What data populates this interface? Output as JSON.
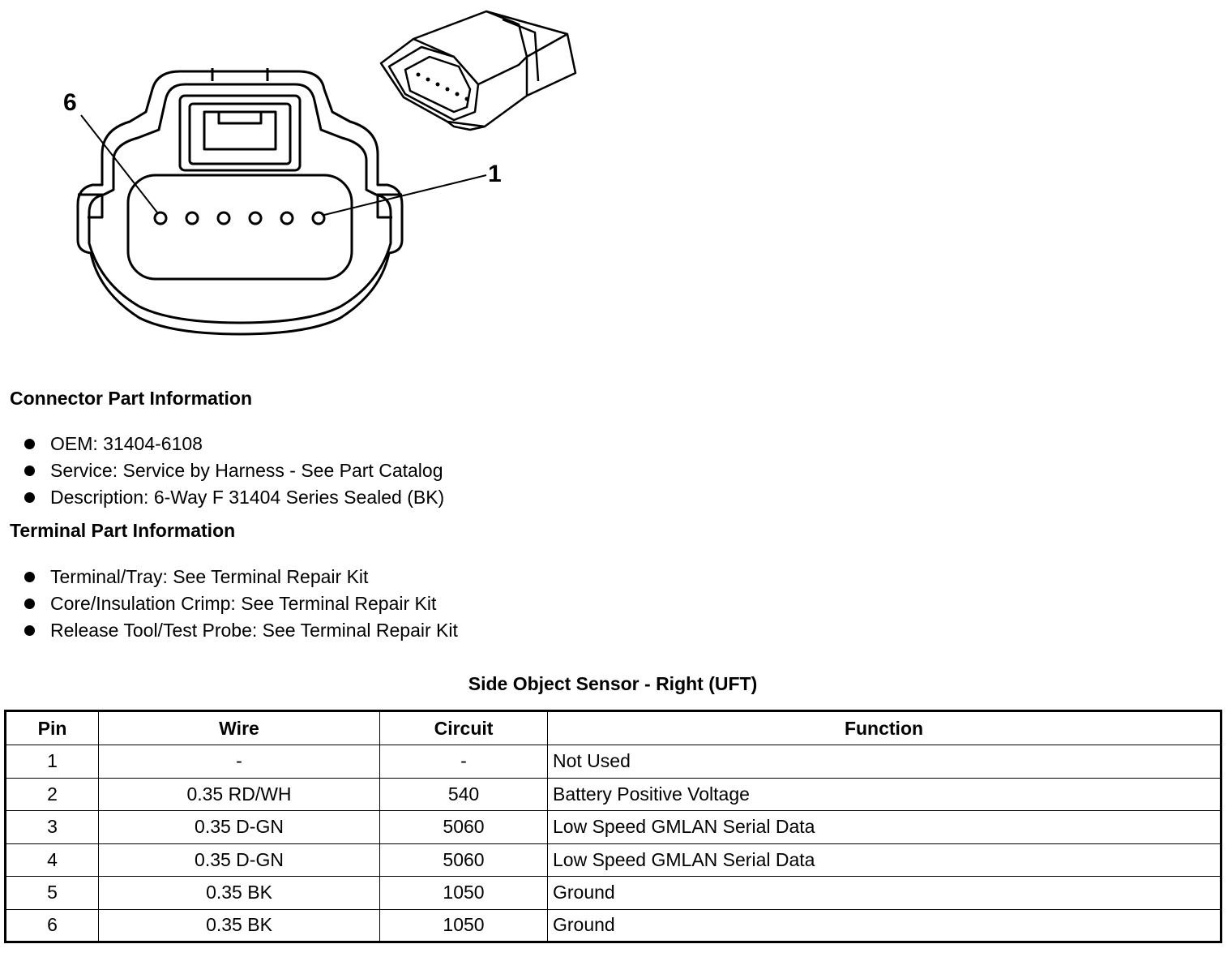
{
  "diagram": {
    "callouts": {
      "pin_first": "1",
      "pin_last": "6"
    }
  },
  "connector_info": {
    "title": "Connector Part Information",
    "items": [
      "OEM: 31404-6108",
      "Service: Service by Harness - See Part Catalog",
      "Description: 6-Way F 31404 Series Sealed (BK)"
    ]
  },
  "terminal_info": {
    "title": "Terminal Part Information",
    "items": [
      "Terminal/Tray: See Terminal Repair Kit",
      "Core/Insulation Crimp: See Terminal Repair Kit",
      "Release Tool/Test Probe: See Terminal Repair Kit"
    ]
  },
  "table": {
    "title": "Side Object Sensor - Right (UFT)",
    "headers": [
      "Pin",
      "Wire",
      "Circuit",
      "Function"
    ],
    "rows": [
      [
        "1",
        "-",
        "-",
        "Not Used"
      ],
      [
        "2",
        "0.35 RD/WH",
        "540",
        "Battery Positive Voltage"
      ],
      [
        "3",
        "0.35 D-GN",
        "5060",
        "Low Speed GMLAN Serial Data"
      ],
      [
        "4",
        "0.35 D-GN",
        "5060",
        "Low Speed GMLAN Serial Data"
      ],
      [
        "5",
        "0.35 BK",
        "1050",
        "Ground"
      ],
      [
        "6",
        "0.35 BK",
        "1050",
        "Ground"
      ]
    ]
  }
}
